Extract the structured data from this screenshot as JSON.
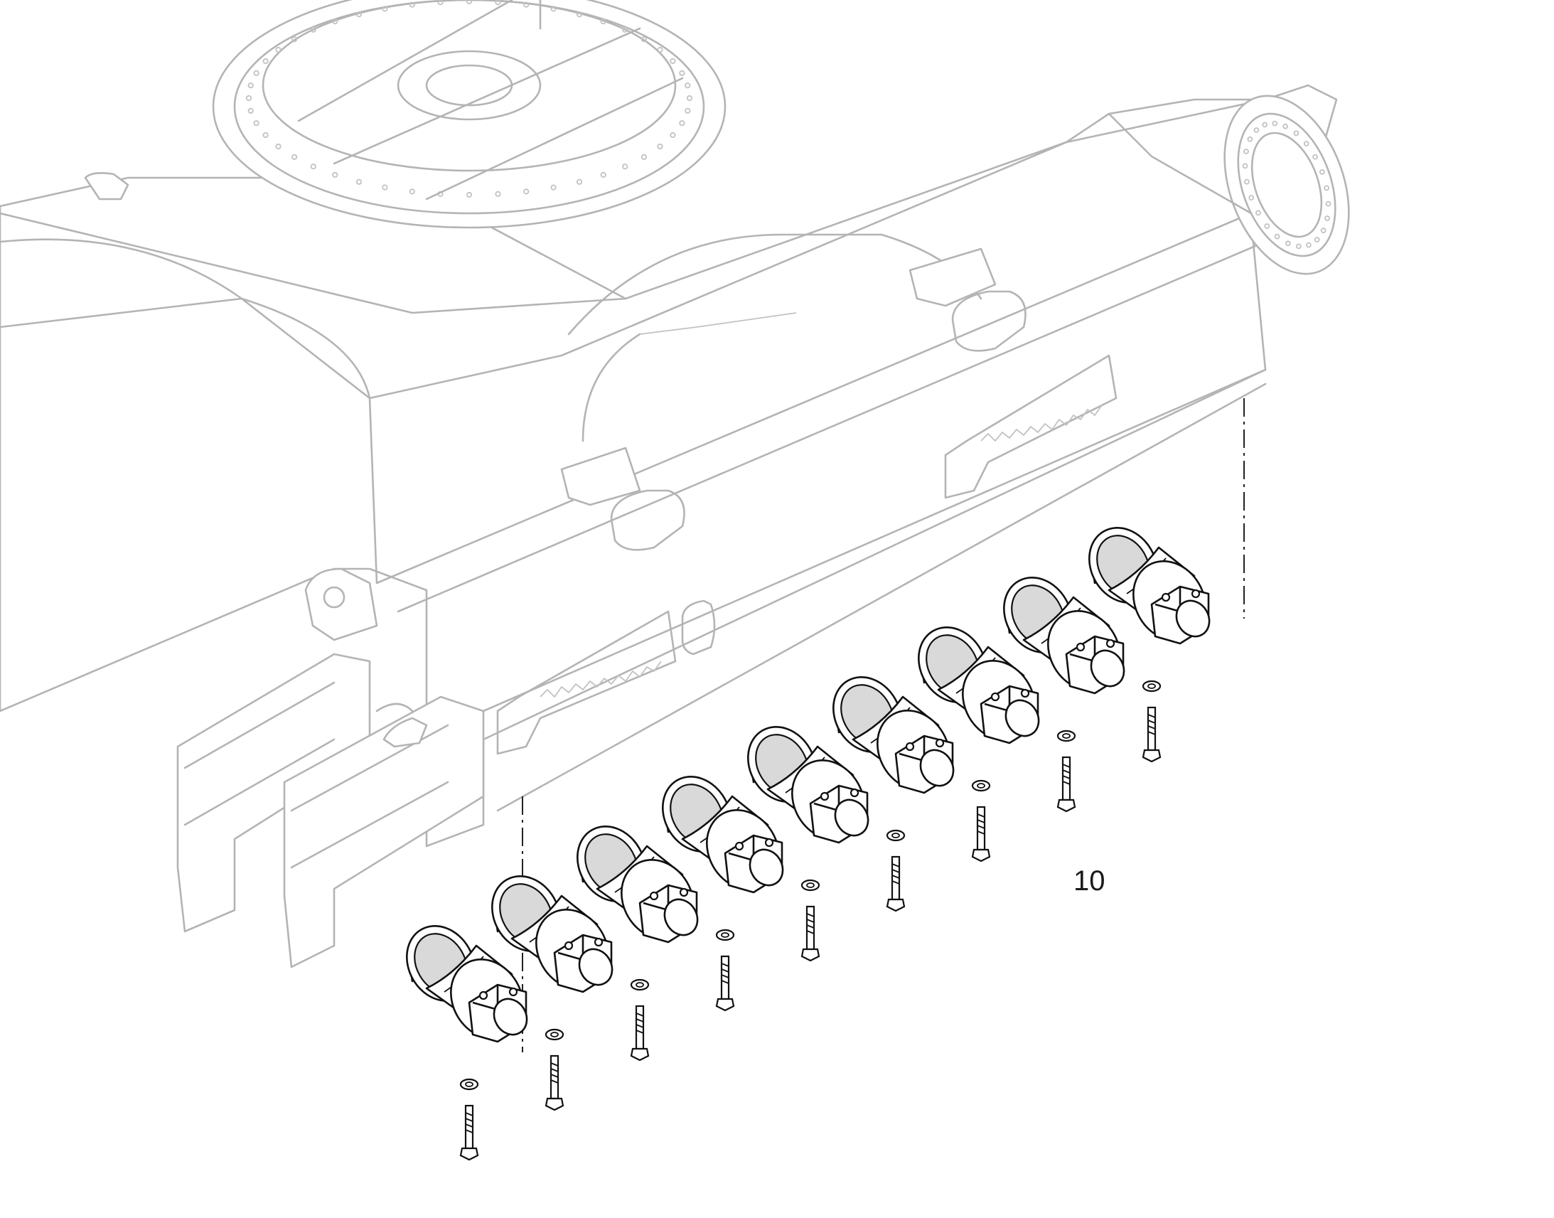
{
  "diagram": {
    "callouts": [
      {
        "id": "item-10",
        "label": "10"
      }
    ],
    "assembly": {
      "roller_count": 9,
      "bolt_count": 9
    }
  }
}
